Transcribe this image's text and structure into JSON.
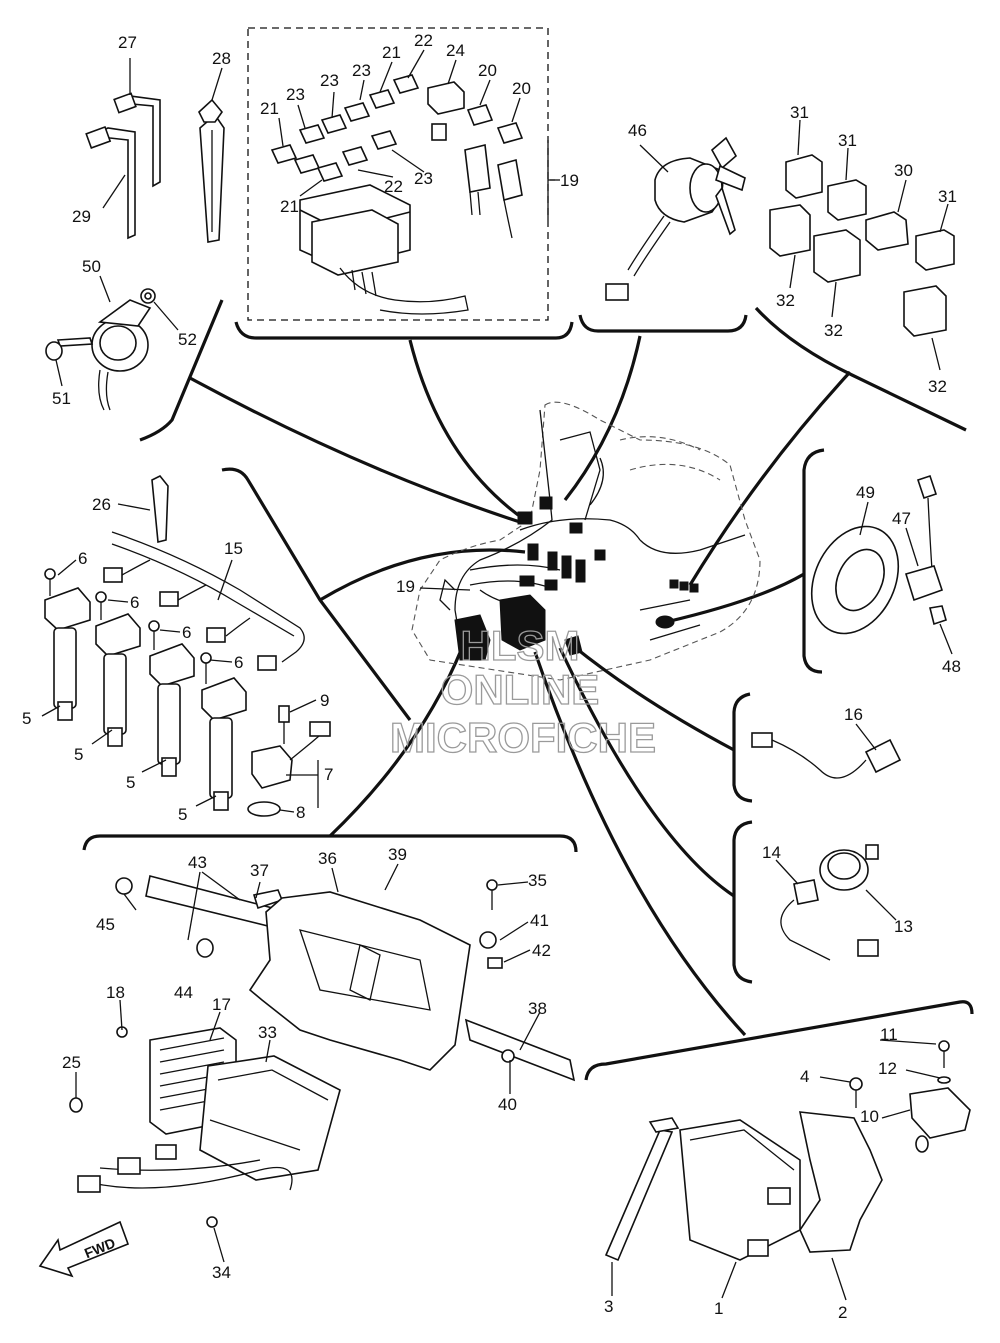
{
  "watermark": {
    "line1": "HLSM",
    "line2": "ONLINE",
    "line3": "MICROFICHE"
  },
  "fwd_label": "FWD",
  "callouts": {
    "c1": "1",
    "c2": "2",
    "c3": "3",
    "c4": "4",
    "c5a": "5",
    "c5b": "5",
    "c5c": "5",
    "c5d": "5",
    "c6a": "6",
    "c6b": "6",
    "c6c": "6",
    "c6d": "6",
    "c7": "7",
    "c8": "8",
    "c9": "9",
    "c10": "10",
    "c11": "11",
    "c12": "12",
    "c13": "13",
    "c14": "14",
    "c15": "15",
    "c16": "16",
    "c17": "17",
    "c18": "18",
    "c19a": "19",
    "c19b": "19",
    "c20a": "20",
    "c20b": "20",
    "c21a": "21",
    "c21b": "21",
    "c21c": "21",
    "c22a": "22",
    "c22b": "22",
    "c23a": "23",
    "c23b": "23",
    "c23c": "23",
    "c23d": "23",
    "c24": "24",
    "c25": "25",
    "c26": "26",
    "c27": "27",
    "c28": "28",
    "c29": "29",
    "c30": "30",
    "c31a": "31",
    "c31b": "31",
    "c31c": "31",
    "c32a": "32",
    "c32b": "32",
    "c32c": "32",
    "c33": "33",
    "c34": "34",
    "c35": "35",
    "c36": "36",
    "c37": "37",
    "c38": "38",
    "c39": "39",
    "c40": "40",
    "c41": "41",
    "c42": "42",
    "c43": "43",
    "c44": "44",
    "c45": "45",
    "c46": "46",
    "c47": "47",
    "c48": "48",
    "c49": "49",
    "c50": "50",
    "c51": "51",
    "c52": "52"
  }
}
